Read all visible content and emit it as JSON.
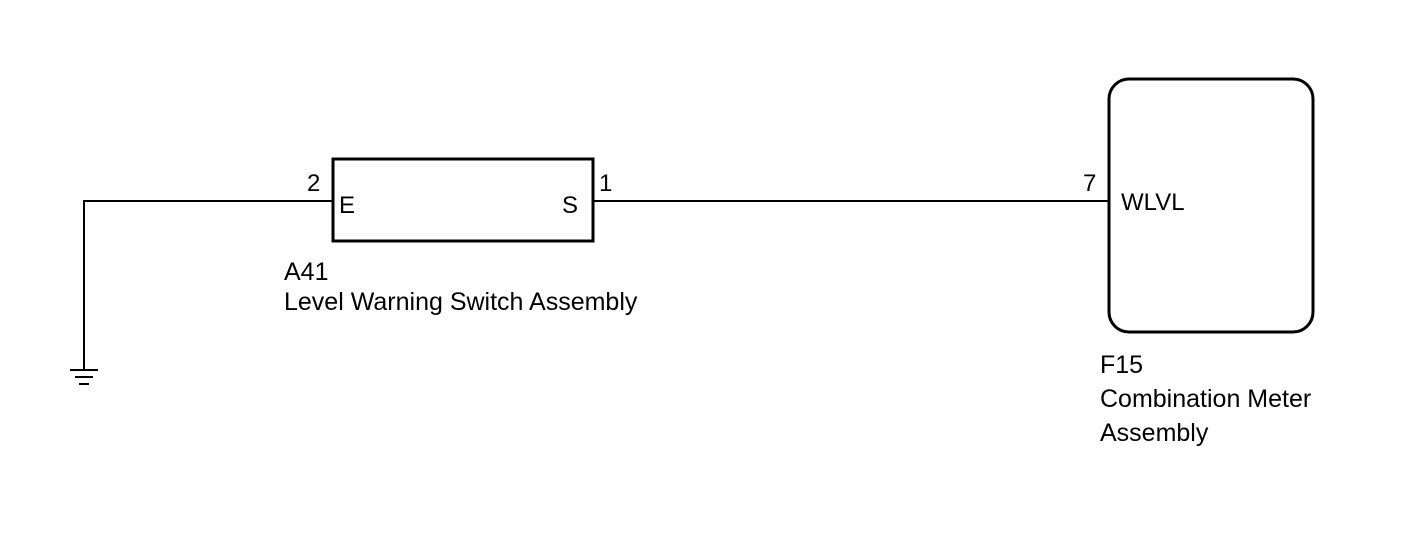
{
  "components": {
    "switch": {
      "connector_id": "A41",
      "name": "Level Warning Switch Assembly",
      "pin_left_number": "2",
      "pin_left_name": "E",
      "pin_right_number": "1",
      "pin_right_name": "S"
    },
    "meter": {
      "connector_id": "F15",
      "name_line1": "Combination Meter",
      "name_line2": "Assembly",
      "pin_number": "7",
      "pin_name": "WLVL"
    }
  },
  "colors": {
    "line": "#000000",
    "background": "#ffffff"
  }
}
